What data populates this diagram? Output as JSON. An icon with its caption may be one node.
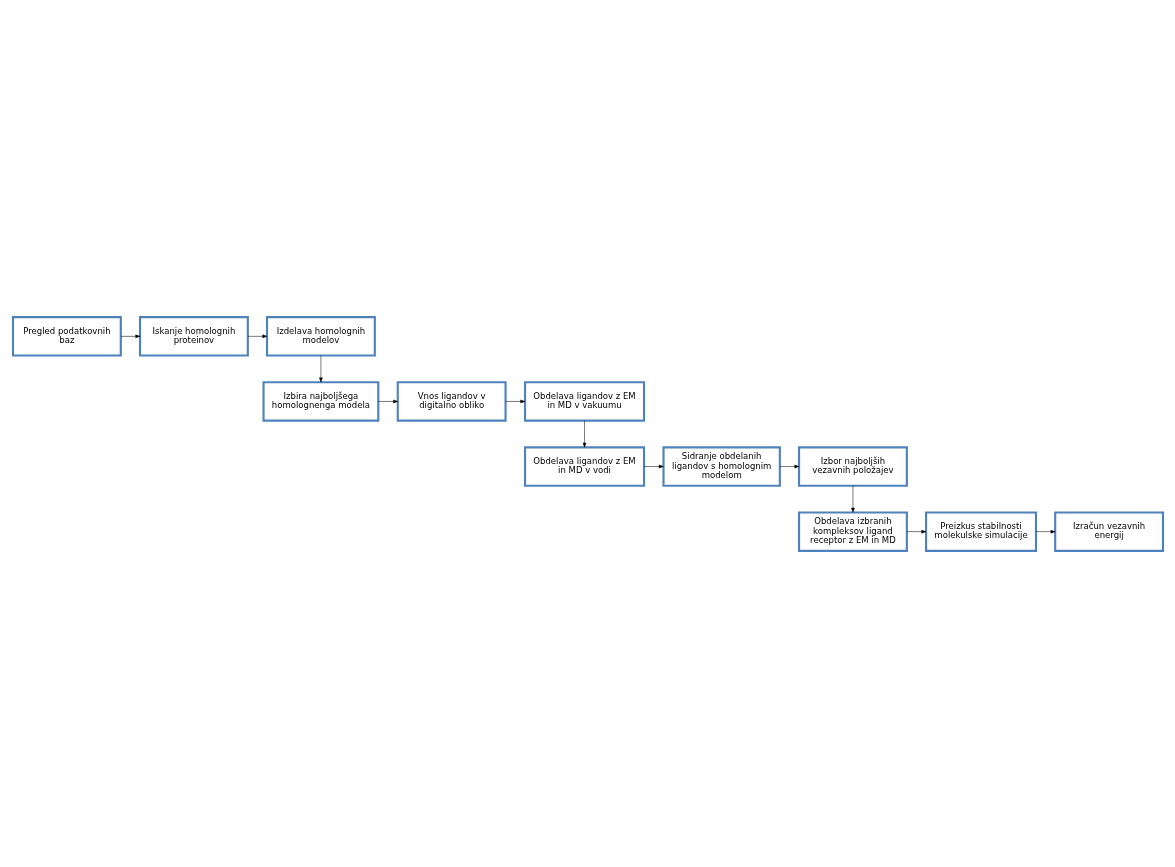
{
  "diagram": {
    "nodes": [
      {
        "text": [
          "Pregled podatkovnih baz"
        ]
      },
      {
        "text": [
          "Iskanje homolognih proteinov"
        ]
      },
      {
        "text": [
          "Izdelava homolognih modelov"
        ]
      },
      {
        "text": [
          "Izbira najboljšega homolognenga modela"
        ]
      },
      {
        "text": [
          "Vnos ligandov v digitalno obliko"
        ]
      },
      {
        "text": [
          "Obdelava ligandov z EM in MD v vakuumu"
        ]
      },
      {
        "text": [
          "Obdelava ligandov z EM in MD v vodi"
        ]
      },
      {
        "text": [
          "Sidranje obdelanih ligandov s homolognim modelom"
        ]
      },
      {
        "text": [
          "Izbor najboljših vezavnih položajev"
        ]
      },
      {
        "text": [
          "Obdelava izbranih kompleksov ligand receptor z EM in MD"
        ]
      },
      {
        "text": [
          "Preizkus stabilnosti molekulske simulacije"
        ]
      },
      {
        "text": [
          "Izračun vezavnih energij"
        ]
      }
    ],
    "edges": [
      {
        "from": 0,
        "to": 1,
        "arrow": "to"
      },
      {
        "from": 1,
        "to": 2,
        "arrow": "to"
      },
      {
        "from": 2,
        "to": 3,
        "arrow": "to"
      },
      {
        "from": 3,
        "to": 4,
        "arrow": "to"
      },
      {
        "from": 4,
        "to": 5,
        "arrow": "to"
      },
      {
        "from": 5,
        "to": 6,
        "arrow": "to"
      },
      {
        "from": 6,
        "to": 7,
        "arrow": "to"
      },
      {
        "from": 7,
        "to": 8,
        "arrow": "to"
      },
      {
        "from": 8,
        "to": 9,
        "arrow": "to"
      },
      {
        "from": 9,
        "to": 10,
        "arrow": "to"
      },
      {
        "from": 10,
        "to": 11,
        "arrow": "to"
      }
    ]
  }
}
